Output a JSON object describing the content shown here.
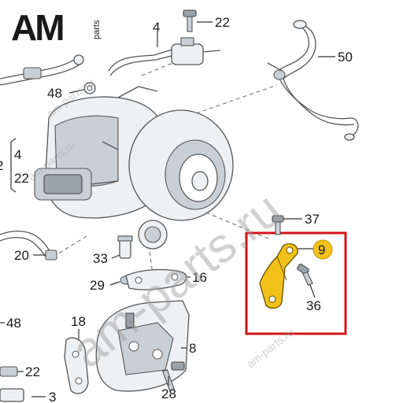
{
  "logo": {
    "mark": "AM",
    "suffix": "parts"
  },
  "watermark": {
    "main": "am-parts.ru",
    "small1": "am-parts.ru",
    "small2": "am-parts.ru",
    "small3": "am-parts.ru"
  },
  "callouts": {
    "c22_top": "22",
    "c4_top": "4",
    "c50": "50",
    "c48_upper": "48",
    "c4_left": "4",
    "c22_left": "22",
    "c2_edge": "2",
    "c37": "37",
    "c9": "9",
    "c36": "36",
    "c20": "20",
    "c33": "33",
    "c16": "16",
    "c29": "29",
    "c48_lower": "48",
    "c18": "18",
    "c8": "8",
    "c22_bottom": "22",
    "c3": "3",
    "c28": "28"
  },
  "highlight": {
    "box_color": "#d3141a",
    "badge_color": "#f2c21a",
    "part_color": "#f2c21a"
  }
}
